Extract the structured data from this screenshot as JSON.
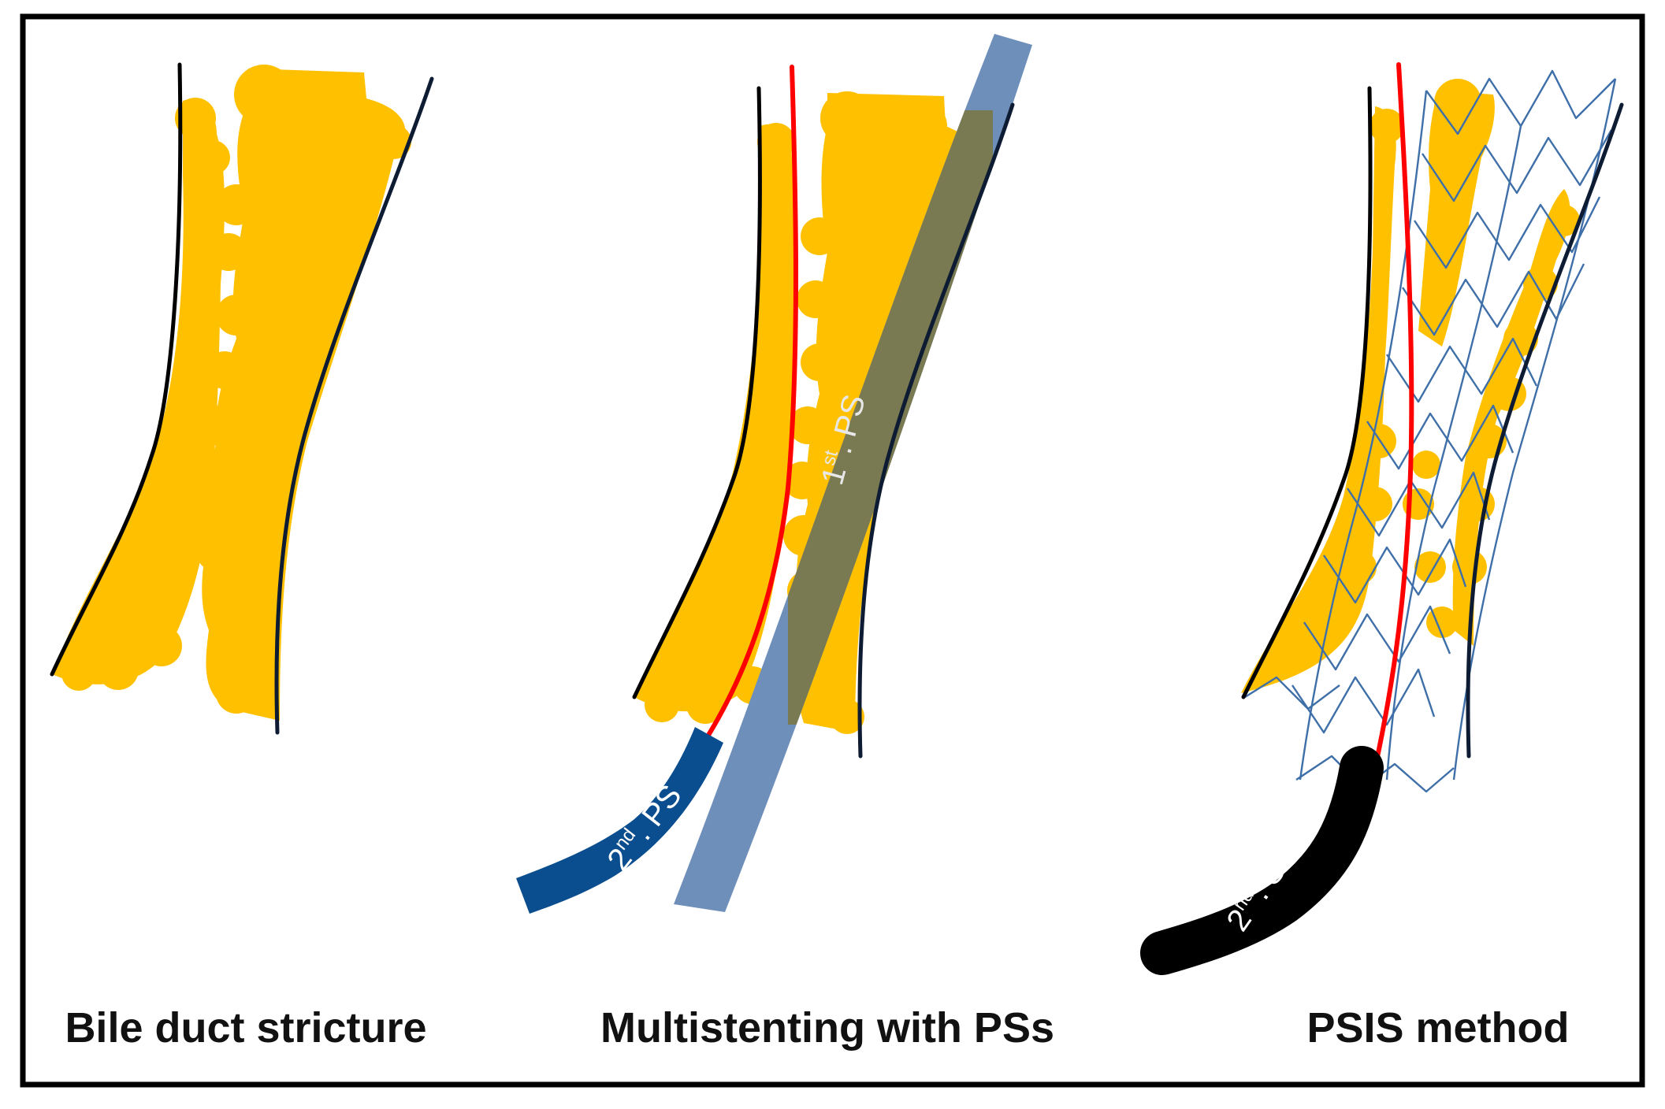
{
  "panels": [
    {
      "caption": "Bile duct stricture"
    },
    {
      "caption": "Multistenting with PSs"
    },
    {
      "caption": "PSIS method"
    }
  ],
  "labels": {
    "first_ps": {
      "num": "1",
      "sup": "st",
      "rest": ". PS"
    },
    "second_ps": {
      "num": "2",
      "sup": "nd",
      "rest": ". PS"
    },
    "second_sems": {
      "num": "2",
      "sup": "nd",
      "rest": ". SEMS"
    }
  },
  "colors": {
    "tumor": "#FFC000",
    "duct_wall": "#0d1b33",
    "guidewire": "#ff0000",
    "first_ps": "#6f8fbb",
    "overlap": "#7a7a52",
    "second_ps": "#0b4e8f",
    "sems_mesh": "#3f6fa8",
    "sems_delivery": "#000000",
    "frame": "#000000"
  }
}
